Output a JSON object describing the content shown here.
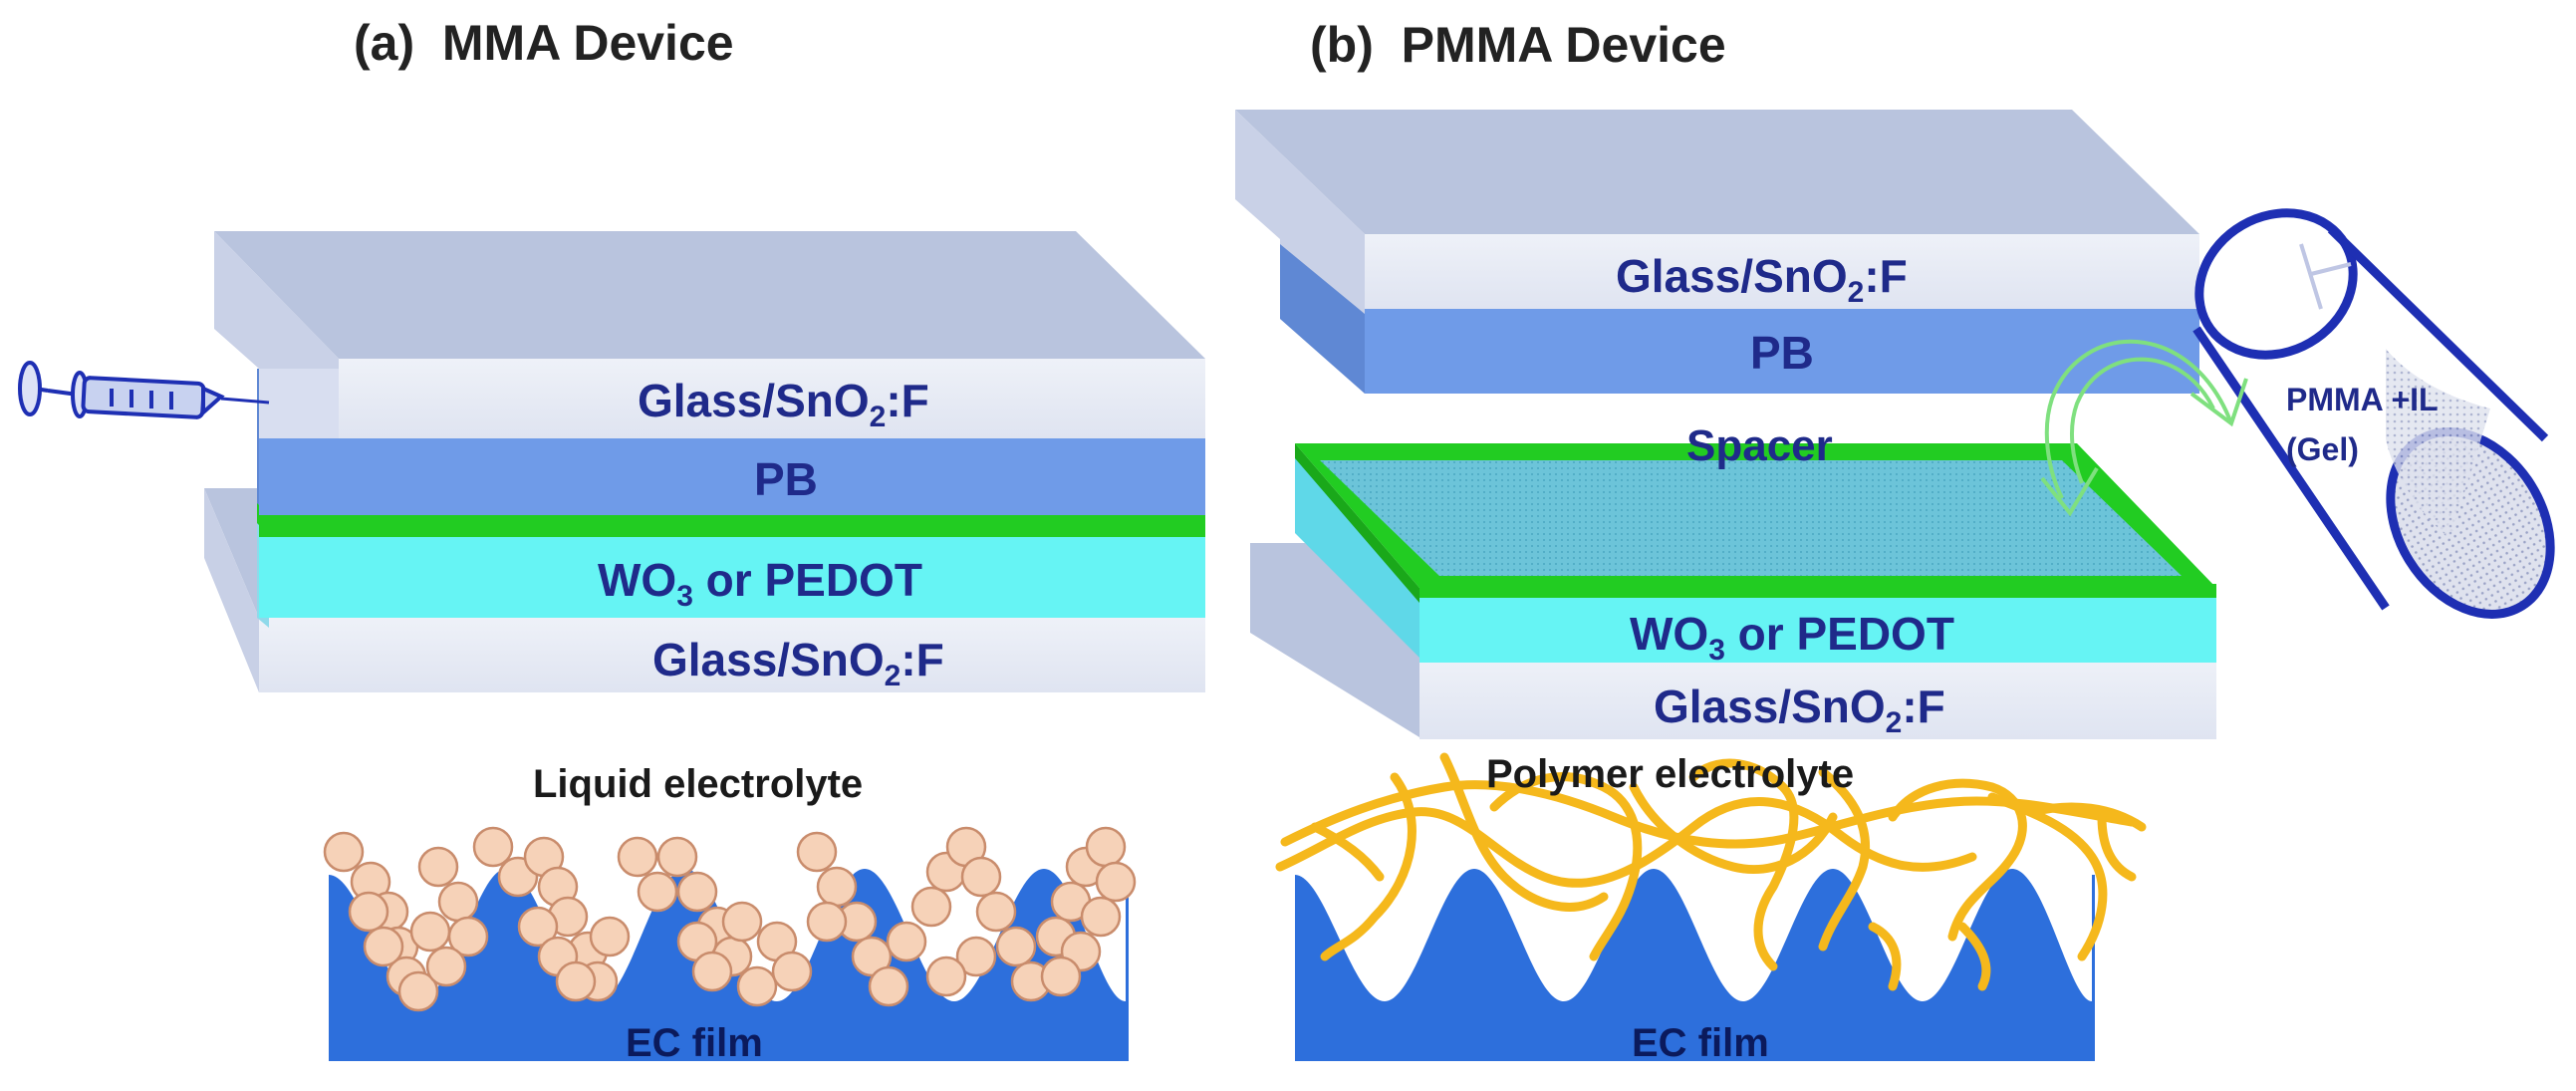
{
  "panel_a": {
    "title": "(a)  MMA Device",
    "layers": {
      "top_glass_main": "Glass/SnO",
      "top_glass_sub": "2",
      "top_glass_tail": ":F",
      "pb": "PB",
      "wo3_main": "WO",
      "wo3_sub": "3",
      "wo3_tail": " or PEDOT",
      "bottom_glass_main": "Glass/SnO",
      "bottom_glass_sub": "2",
      "bottom_glass_tail": ":F"
    },
    "electrolyte_label": "Liquid electrolyte",
    "film_label": "EC film"
  },
  "panel_b": {
    "title": "(b)  PMMA Device",
    "layers": {
      "top_glass_main": "Glass/SnO",
      "top_glass_sub": "2",
      "top_glass_tail": ":F",
      "pb": "PB",
      "spacer": "Spacer",
      "wo3_main": "WO",
      "wo3_sub": "3",
      "wo3_tail": " or PEDOT",
      "bottom_glass_main": "Glass/SnO",
      "bottom_glass_sub": "2",
      "bottom_glass_tail": ":F"
    },
    "beaker_label_line1": "PMMA +IL",
    "beaker_label_line2": "(Gel)",
    "electrolyte_label": "Polymer electrolyte",
    "film_label": "EC film"
  },
  "colors": {
    "glass_top": "#b9c4de",
    "glass_front": "#e8ecf6",
    "pb": "#6f9be8",
    "wo3": "#66f4f4",
    "spacer_green": "#22cc22",
    "ec_film": "#2d6fdc",
    "liquid_bubble": "#f6d2b8",
    "polymer_strand": "#f5b81c",
    "text_blue": "#1f2a8a",
    "beaker_blue": "#1e2fb3"
  },
  "icons": [
    "syringe-icon",
    "beaker-icon",
    "pour-arrow-icon"
  ]
}
